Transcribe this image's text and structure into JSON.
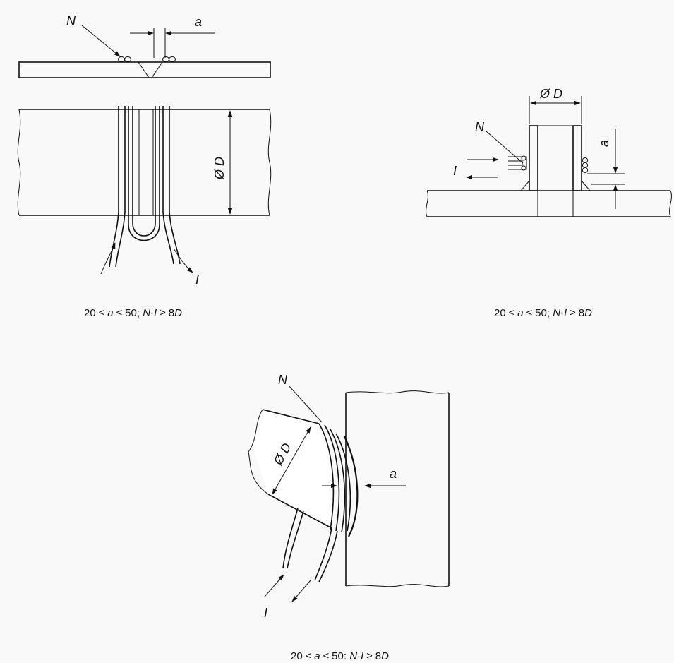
{
  "labels": {
    "n": "N",
    "a": "a",
    "i": "I",
    "dia": "Ø D"
  },
  "captions": {
    "c1": {
      "p1": "20 ≤ ",
      "v1": "a",
      "p2": " ≤ 50; ",
      "v2": "N",
      "p3": "·",
      "v3": "I",
      "p4": " ≥ 8",
      "v4": "D"
    },
    "c2": {
      "p1": "20 ≤ ",
      "v1": "a",
      "p2": " ≤ 50; ",
      "v2": "N",
      "p3": "·",
      "v3": "I",
      "p4": " ≥ 8",
      "v4": "D"
    },
    "c3": {
      "p1": "20 ≤ ",
      "v1": "a",
      "p2": " ≤ 50: ",
      "v2": "N",
      "p3": "·",
      "v3": "I",
      "p4": " ≥ 8",
      "v4": "D"
    }
  }
}
